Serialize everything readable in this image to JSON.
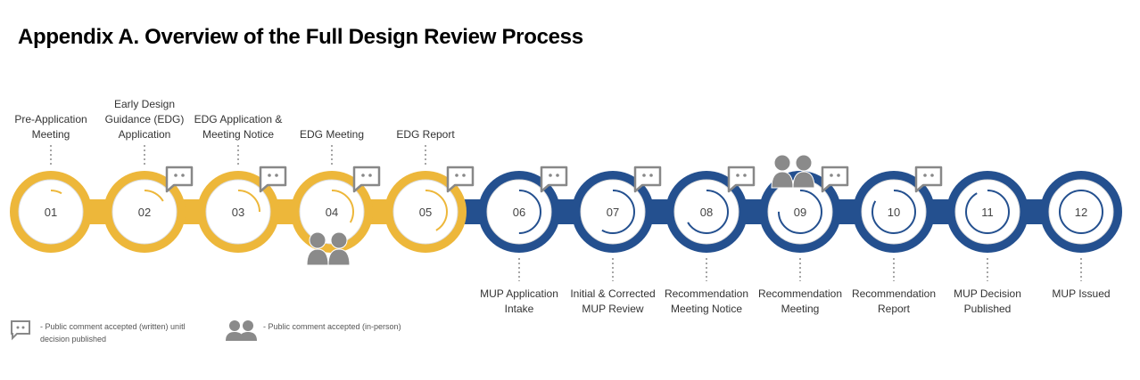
{
  "title": "Appendix A. Overview of the Full Design Review Process",
  "colors": {
    "phase1": "#EDB73A",
    "phase2": "#24508F",
    "icon": "#8a8a8a"
  },
  "steps": [
    {
      "num": "01",
      "label": "Pre-Application Meeting",
      "phase": 1,
      "written": false,
      "inperson": false
    },
    {
      "num": "02",
      "label": "Early Design Guidance (EDG) Application",
      "phase": 1,
      "written": true,
      "inperson": false
    },
    {
      "num": "03",
      "label": "EDG Application & Meeting Notice",
      "phase": 1,
      "written": true,
      "inperson": false
    },
    {
      "num": "04",
      "label": "EDG Meeting",
      "phase": 1,
      "written": true,
      "inperson": true
    },
    {
      "num": "05",
      "label": "EDG Report",
      "phase": 1,
      "written": true,
      "inperson": false
    },
    {
      "num": "06",
      "label": "MUP Application Intake",
      "phase": 2,
      "written": true,
      "inperson": false
    },
    {
      "num": "07",
      "label": "Initial & Corrected MUP Review",
      "phase": 2,
      "written": true,
      "inperson": false
    },
    {
      "num": "08",
      "label": "Recommendation Meeting Notice",
      "phase": 2,
      "written": true,
      "inperson": false
    },
    {
      "num": "09",
      "label": "Recommendation Meeting",
      "phase": 2,
      "written": true,
      "inperson": true
    },
    {
      "num": "10",
      "label": "Recommendation Report",
      "phase": 2,
      "written": true,
      "inperson": false
    },
    {
      "num": "11",
      "label": "MUP Decision Published",
      "phase": 2,
      "written": false,
      "inperson": false
    },
    {
      "num": "12",
      "label": "MUP Issued",
      "phase": 2,
      "written": false,
      "inperson": false
    }
  ],
  "legend": {
    "written": "- Public comment accepted (written) unitl decision published",
    "inperson": "- Public comment accepted (in-person)"
  }
}
